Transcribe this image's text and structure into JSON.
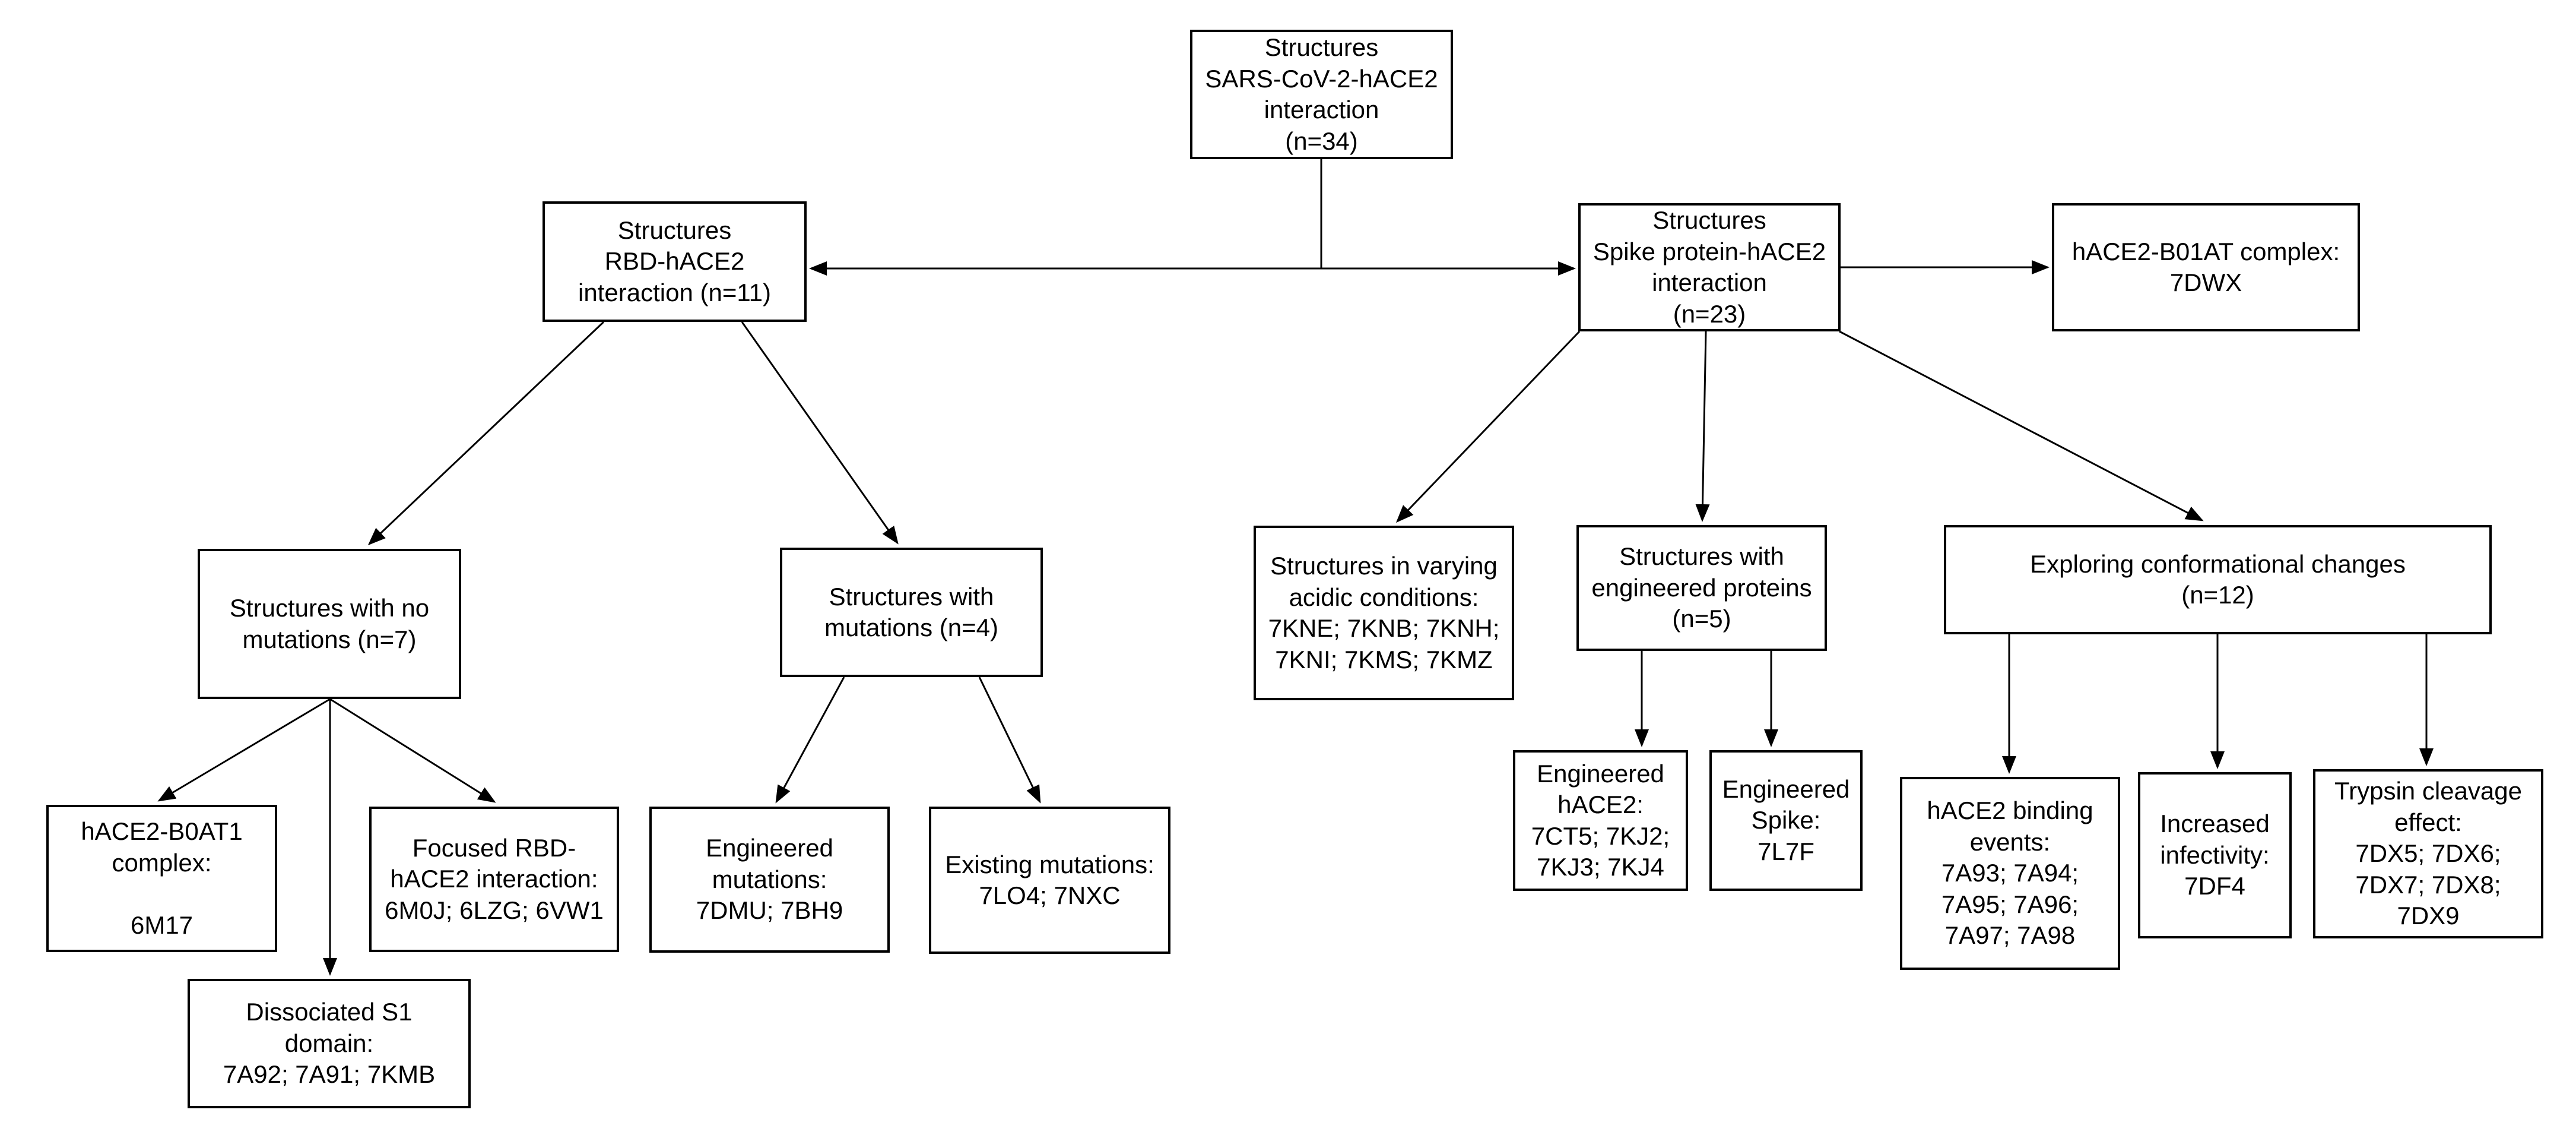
{
  "diagram": {
    "type": "flowchart",
    "background": "#ffffff",
    "box_fill": "#ffffff",
    "box_border_color": "#000000",
    "connector_color": "#000000",
    "text_color": "#000000"
  },
  "nodes": {
    "root": {
      "text": "Structures\nSARS-CoV-2-hACE2\ninteraction\n(n=34)"
    },
    "rbd_hace2": {
      "text": "Structures\nRBD-hACE2\ninteraction (n=11)"
    },
    "spike_hace2": {
      "text": "Structures\nSpike protein-hACE2\ninteraction\n(n=23)"
    },
    "b01at_complex": {
      "text": "hACE2-B01AT complex:\n7DWX"
    },
    "no_mutations": {
      "text": "Structures with no\nmutations (n=7)"
    },
    "with_mutations": {
      "text": "Structures with\nmutations (n=4)"
    },
    "acidic_conditions": {
      "text": "Structures in varying\nacidic conditions:\n7KNE; 7KNB; 7KNH;\n7KNI; 7KMS; 7KMZ"
    },
    "engineered_proteins": {
      "text": "Structures with\nengineered proteins\n(n=5)"
    },
    "conformational_changes": {
      "text": "Exploring conformational changes\n(n=12)"
    },
    "b0at1_complex": {
      "text": "hACE2-B0AT1\ncomplex:\n\n6M17"
    },
    "focused_rbd": {
      "text": "Focused RBD-\nhACE2 interaction:\n6M0J; 6LZG; 6VW1"
    },
    "dissociated_s1": {
      "text": "Dissociated S1\ndomain:\n7A92; 7A91; 7KMB"
    },
    "engineered_mutations": {
      "text": "Engineered\nmutations:\n7DMU; 7BH9"
    },
    "existing_mutations": {
      "text": "Existing mutations:\n7LO4; 7NXC"
    },
    "engineered_hace2": {
      "text": "Engineered\nhACE2:\n7CT5; 7KJ2;\n7KJ3; 7KJ4"
    },
    "engineered_spike": {
      "text": "Engineered\nSpike:\n7L7F"
    },
    "binding_events": {
      "text": "hACE2 binding\nevents:\n7A93; 7A94;\n7A95; 7A96;\n7A97; 7A98"
    },
    "increased_infectivity": {
      "text": "Increased\ninfectivity:\n7DF4"
    },
    "trypsin_cleavage": {
      "text": "Trypsin cleavage\neffect:\n7DX5; 7DX6;\n7DX7; 7DX8;\n7DX9"
    }
  },
  "edges": [
    {
      "from": "root",
      "to": "rbd_hace2",
      "arrow": true
    },
    {
      "from": "root",
      "to": "spike_hace2",
      "arrow": true
    },
    {
      "from": "spike_hace2",
      "to": "b01at_complex",
      "arrow": true
    },
    {
      "from": "rbd_hace2",
      "to": "no_mutations",
      "arrow": true
    },
    {
      "from": "rbd_hace2",
      "to": "with_mutations",
      "arrow": true
    },
    {
      "from": "no_mutations",
      "to": "b0at1_complex",
      "arrow": true
    },
    {
      "from": "no_mutations",
      "to": "dissociated_s1",
      "arrow": true
    },
    {
      "from": "no_mutations",
      "to": "focused_rbd",
      "arrow": true
    },
    {
      "from": "with_mutations",
      "to": "engineered_mutations",
      "arrow": true
    },
    {
      "from": "with_mutations",
      "to": "existing_mutations",
      "arrow": true
    },
    {
      "from": "spike_hace2",
      "to": "acidic_conditions",
      "arrow": true
    },
    {
      "from": "spike_hace2",
      "to": "engineered_proteins",
      "arrow": true
    },
    {
      "from": "spike_hace2",
      "to": "conformational_changes",
      "arrow": true
    },
    {
      "from": "engineered_proteins",
      "to": "engineered_hace2",
      "arrow": true
    },
    {
      "from": "engineered_proteins",
      "to": "engineered_spike",
      "arrow": true
    },
    {
      "from": "conformational_changes",
      "to": "binding_events",
      "arrow": true
    },
    {
      "from": "conformational_changes",
      "to": "increased_infectivity",
      "arrow": true
    },
    {
      "from": "conformational_changes",
      "to": "trypsin_cleavage",
      "arrow": true
    }
  ]
}
